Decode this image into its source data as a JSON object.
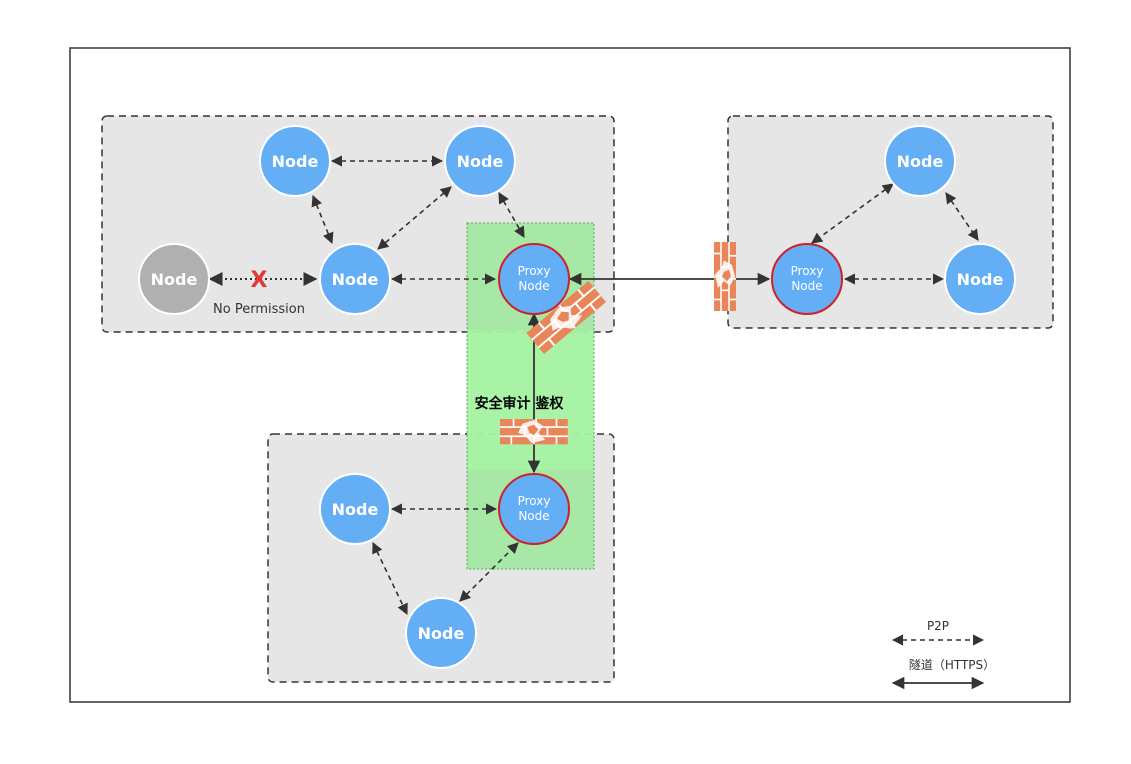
{
  "node_label": "Node",
  "proxy": {
    "line1": "Proxy",
    "line2": "Node"
  },
  "no_permission": "No Permission",
  "deny_mark": "X",
  "audit_label": "安全审计 鉴权",
  "legend": {
    "p2p": "P2P",
    "tunnel": "隧道（HTTPS）"
  },
  "colors": {
    "node_fill": "#63aef5",
    "node_stroke": "#ffffff",
    "proxy_stroke": "#d0202a",
    "disabled_node": "#b0b0b0",
    "group_fill": "#e6e6e6",
    "audit_fill": "#8ee68c",
    "firewall": "#e8865a",
    "deny": "#e53935",
    "arrow": "#333333"
  }
}
